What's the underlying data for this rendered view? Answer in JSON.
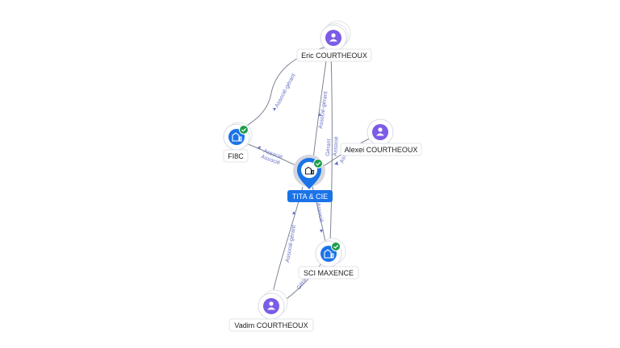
{
  "colors": {
    "company": "#1a73e8",
    "person": "#7b5ce6",
    "check": "#1e9e4a",
    "edge": "#7c8494",
    "edge_label": "#6a73c9"
  },
  "icons": {
    "company": "building-icon",
    "person": "person-icon",
    "check": "check-badge-icon"
  },
  "nodes": {
    "eric": {
      "label": "Eric COURTHEOUX",
      "type": "person"
    },
    "alexei": {
      "label": "Alexei COURTHEOUX",
      "type": "person"
    },
    "fi8c": {
      "label": "FI8C",
      "type": "company",
      "verified": true
    },
    "tita": {
      "label": "TITA & CIE",
      "type": "company",
      "verified": true,
      "focus": true
    },
    "sci": {
      "label": "SCI MAXENCE",
      "type": "company",
      "verified": true
    },
    "vadim": {
      "label": "Vadim COURTHEOUX",
      "type": "person"
    }
  },
  "edges": {
    "eric_fi8c": "Associé-gérant",
    "eric_tita": "Associé-gérant",
    "eric_sci_1": "Gérant",
    "eric_sci_2": "Associé",
    "fi8c_tita_1": "Associé",
    "fi8c_tita_2": "Associé",
    "alexei_tita": "Associé",
    "tita_sci": "Associé",
    "vadim_tita": "Associé-gérant",
    "vadim_sci": "Gérant"
  }
}
